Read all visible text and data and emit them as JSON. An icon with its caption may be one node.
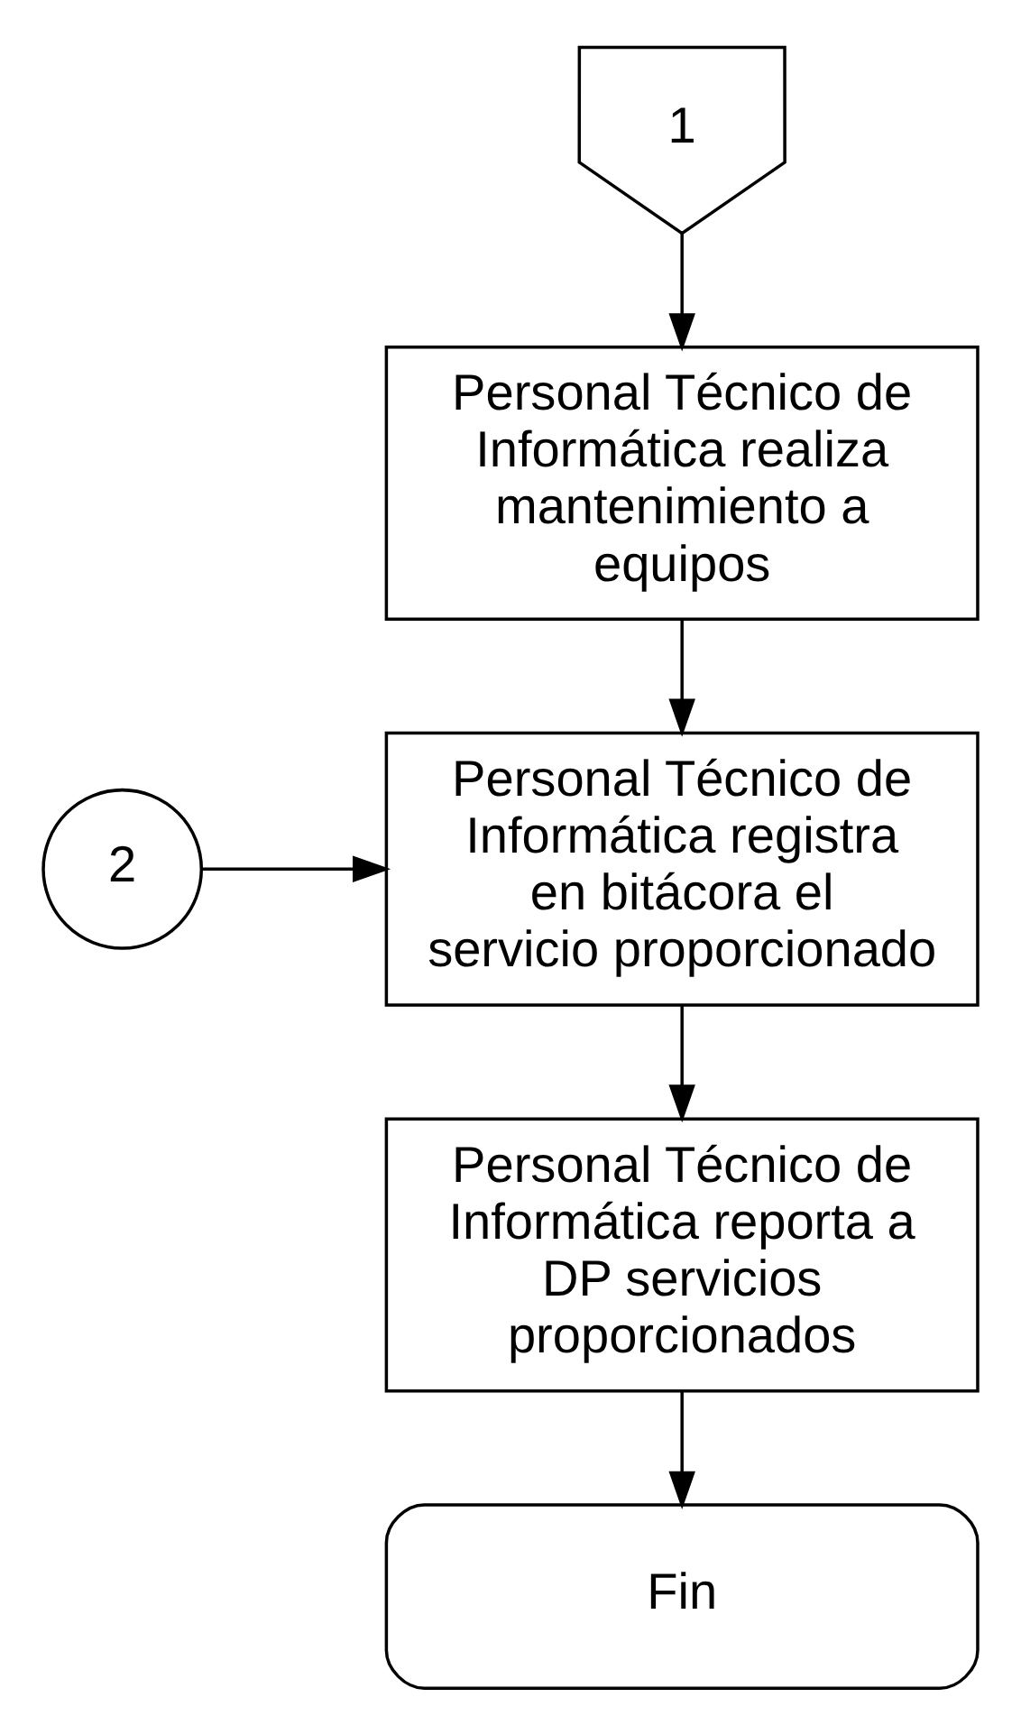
{
  "diagram": {
    "nodes": [
      {
        "text": [
          "1"
        ]
      },
      {
        "text": [
          "Personal Técnico de Informática realiza mantenimiento a equipos"
        ]
      },
      {
        "text": [
          "Personal Técnico de Informática registra en bitácora el servicio proporcionado"
        ]
      },
      {
        "text": [
          "2"
        ]
      },
      {
        "text": [
          "Personal Técnico de Informática reporta a DP servicios proporcionados"
        ]
      },
      {
        "text": [
          "Fin"
        ]
      }
    ],
    "edges": [
      {
        "from": 0,
        "to": 1,
        "arrow": "to"
      },
      {
        "from": 1,
        "to": 2,
        "arrow": "to"
      },
      {
        "from": 3,
        "to": 2,
        "arrow": "to"
      },
      {
        "from": 2,
        "to": 4,
        "arrow": "to"
      },
      {
        "from": 4,
        "to": 5,
        "arrow": "to"
      }
    ]
  }
}
